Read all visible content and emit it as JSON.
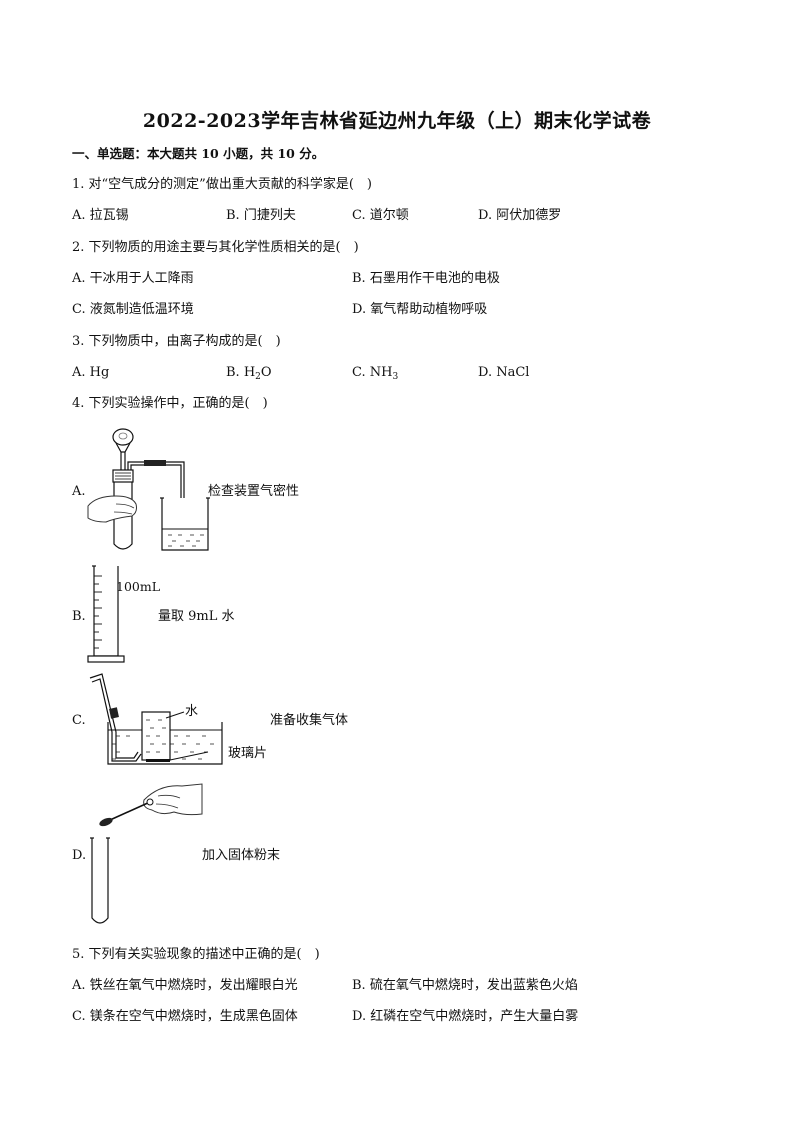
{
  "title": "2022-2023学年吉林省延边州九年级（上）期末化学试卷",
  "section1": "一、单选题：本大题共 10 小题，共 10 分。",
  "q1": {
    "stem": "1. 对“空气成分的测定”做出重大贡献的科学家是(　)",
    "A": "A. 拉瓦锡",
    "B": "B. 门捷列夫",
    "C": "C. 道尔顿",
    "D": "D. 阿伏加德罗"
  },
  "q2": {
    "stem": "2. 下列物质的用途主要与其化学性质相关的是(　)",
    "A": "A. 干冰用于人工降雨",
    "B": "B. 石墨用作干电池的电极",
    "C": "C. 液氮制造低温环境",
    "D": "D. 氧气帮助动植物呼吸"
  },
  "q3": {
    "stem": "3. 下列物质中，由离子构成的是(　)",
    "A": "A. Hg",
    "B_pre": "B. H",
    "B_sub": "2",
    "B_post": "O",
    "C_pre": "C. NH",
    "C_sub": "3",
    "D": "D. NaCl"
  },
  "q4": {
    "stem": "4. 下列实验操作中，正确的是(　)",
    "A_label": "A.",
    "A_caption": "检查装置气密性",
    "B_label": "B.",
    "B_cylinder": "100mL",
    "B_caption": "量取 9mL 水",
    "C_label": "C.",
    "C_water": "水",
    "C_caption": "准备收集气体",
    "C_glass": "玻璃片",
    "D_label": "D.",
    "D_caption": "加入固体粉末"
  },
  "q5": {
    "stem": "5. 下列有关实验现象的描述中正确的是(　)",
    "A": "A. 铁丝在氧气中燃烧时，发出耀眼白光",
    "B": "B. 硫在氧气中燃烧时，发出蓝紫色火焰",
    "C": "C. 镁条在空气中燃烧时，生成黑色固体",
    "D": "D. 红磷在空气中燃烧时，产生大量白雾"
  }
}
